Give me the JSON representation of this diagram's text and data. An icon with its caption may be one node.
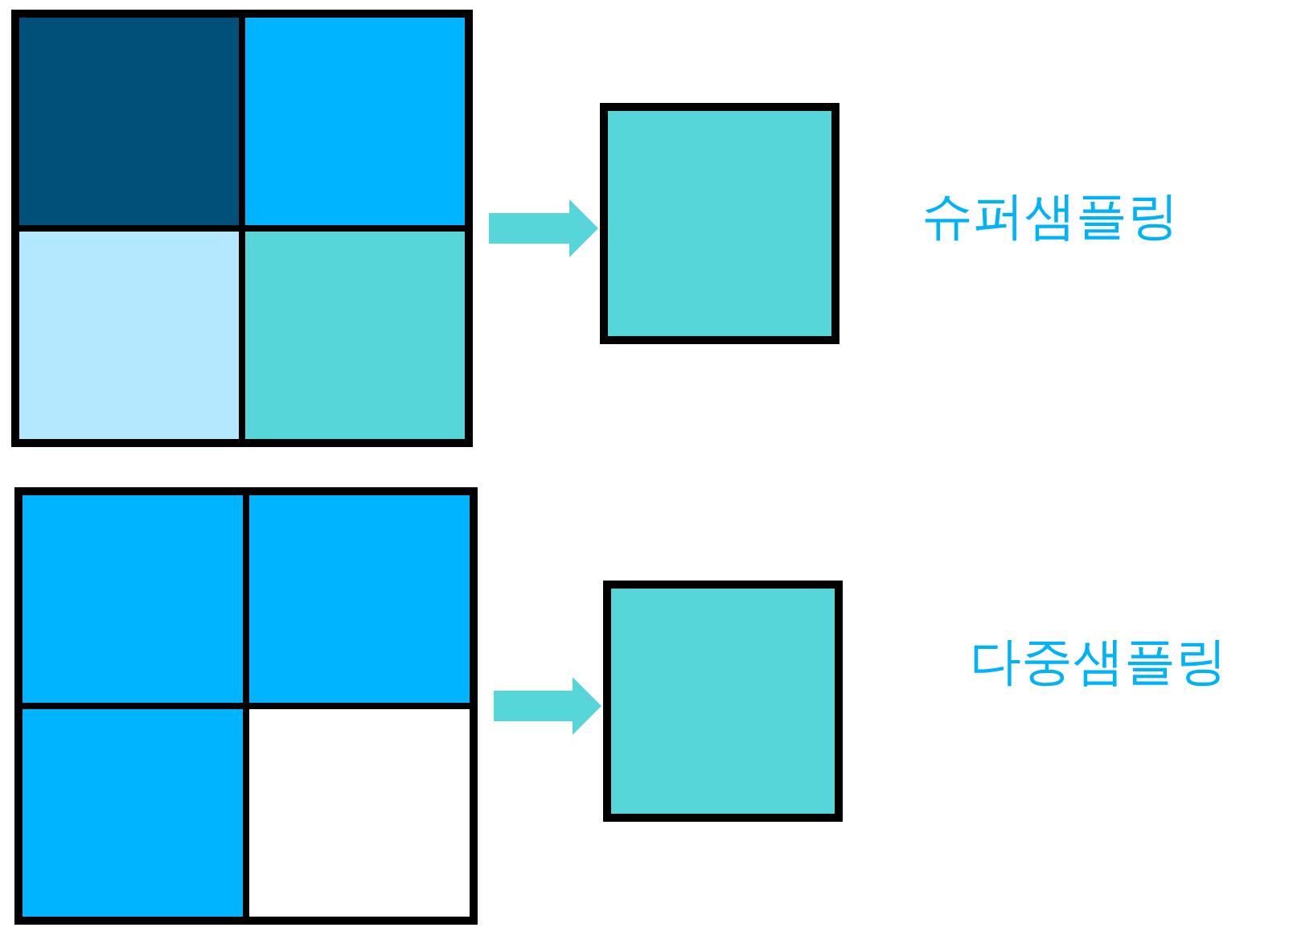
{
  "diagram": {
    "nodes": [
      {
        "text": [],
        "shape": "box"
      },
      {
        "text": [],
        "shape": "box",
        "beside": [
          "슈퍼샘플링"
        ]
      },
      {
        "text": [],
        "shape": "box"
      },
      {
        "text": [],
        "shape": "box",
        "beside": [
          "다중샘플링"
        ]
      }
    ],
    "edges": [
      {
        "from": 0,
        "to": 1,
        "arrow": "to",
        "color": "#56d6d9"
      },
      {
        "from": 2,
        "to": 3,
        "arrow": "to",
        "color": "#56d6d9"
      }
    ]
  }
}
